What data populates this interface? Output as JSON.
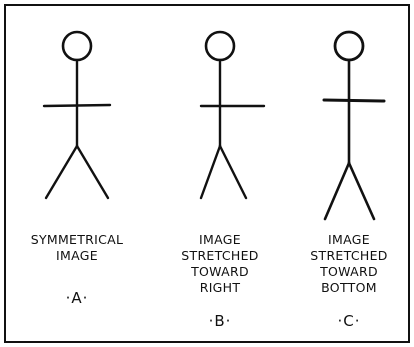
{
  "figures": [
    {
      "caption_lines": [
        "SYMMETRICAL",
        "IMAGE"
      ],
      "letter": "·A·"
    },
    {
      "caption_lines": [
        "IMAGE",
        "STRETCHED",
        "TOWARD",
        "RIGHT"
      ],
      "letter": "·B·"
    },
    {
      "caption_lines": [
        "IMAGE",
        "STRETCHED",
        "TOWARD",
        "BOTTOM"
      ],
      "letter": "·C·"
    }
  ],
  "colors": {
    "ink": "#111111",
    "background": "#ffffff"
  }
}
